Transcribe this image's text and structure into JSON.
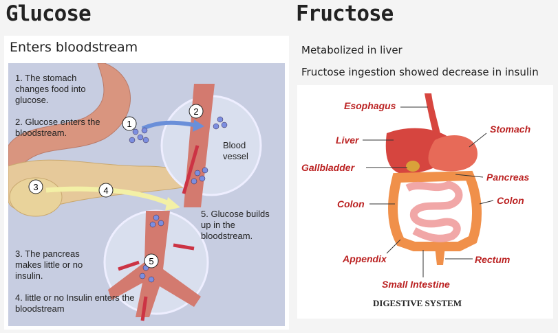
{
  "glucose": {
    "title": "Glucose",
    "subtitle": "Enters bloodstream",
    "steps": [
      "1. The stomach changes food into glucose.",
      "2. Glucose enters the bloodstream.",
      "3. The pancreas makes little or no insulin.",
      "4. little or no Insulin enters the bloodstream",
      "5. Glucose builds up in the bloodstream."
    ],
    "blood_vessel_label": "Blood vessel",
    "markers": [
      "1",
      "2",
      "3",
      "4",
      "5"
    ]
  },
  "fructose": {
    "title": "Fructose",
    "line1": "Metabolized in liver",
    "line2": "Fructose ingestion showed decrease in insulin",
    "diagram": {
      "labels": {
        "esophagus": "Esophagus",
        "stomach": "Stomach",
        "liver": "Liver",
        "gallbladder": "Gallbladder",
        "pancreas": "Pancreas",
        "colon_left": "Colon",
        "colon_right": "Colon",
        "appendix": "Appendix",
        "rectum": "Rectum",
        "small_intestine": "Small Intestine"
      },
      "caption": "DIGESTIVE SYSTEM"
    }
  }
}
